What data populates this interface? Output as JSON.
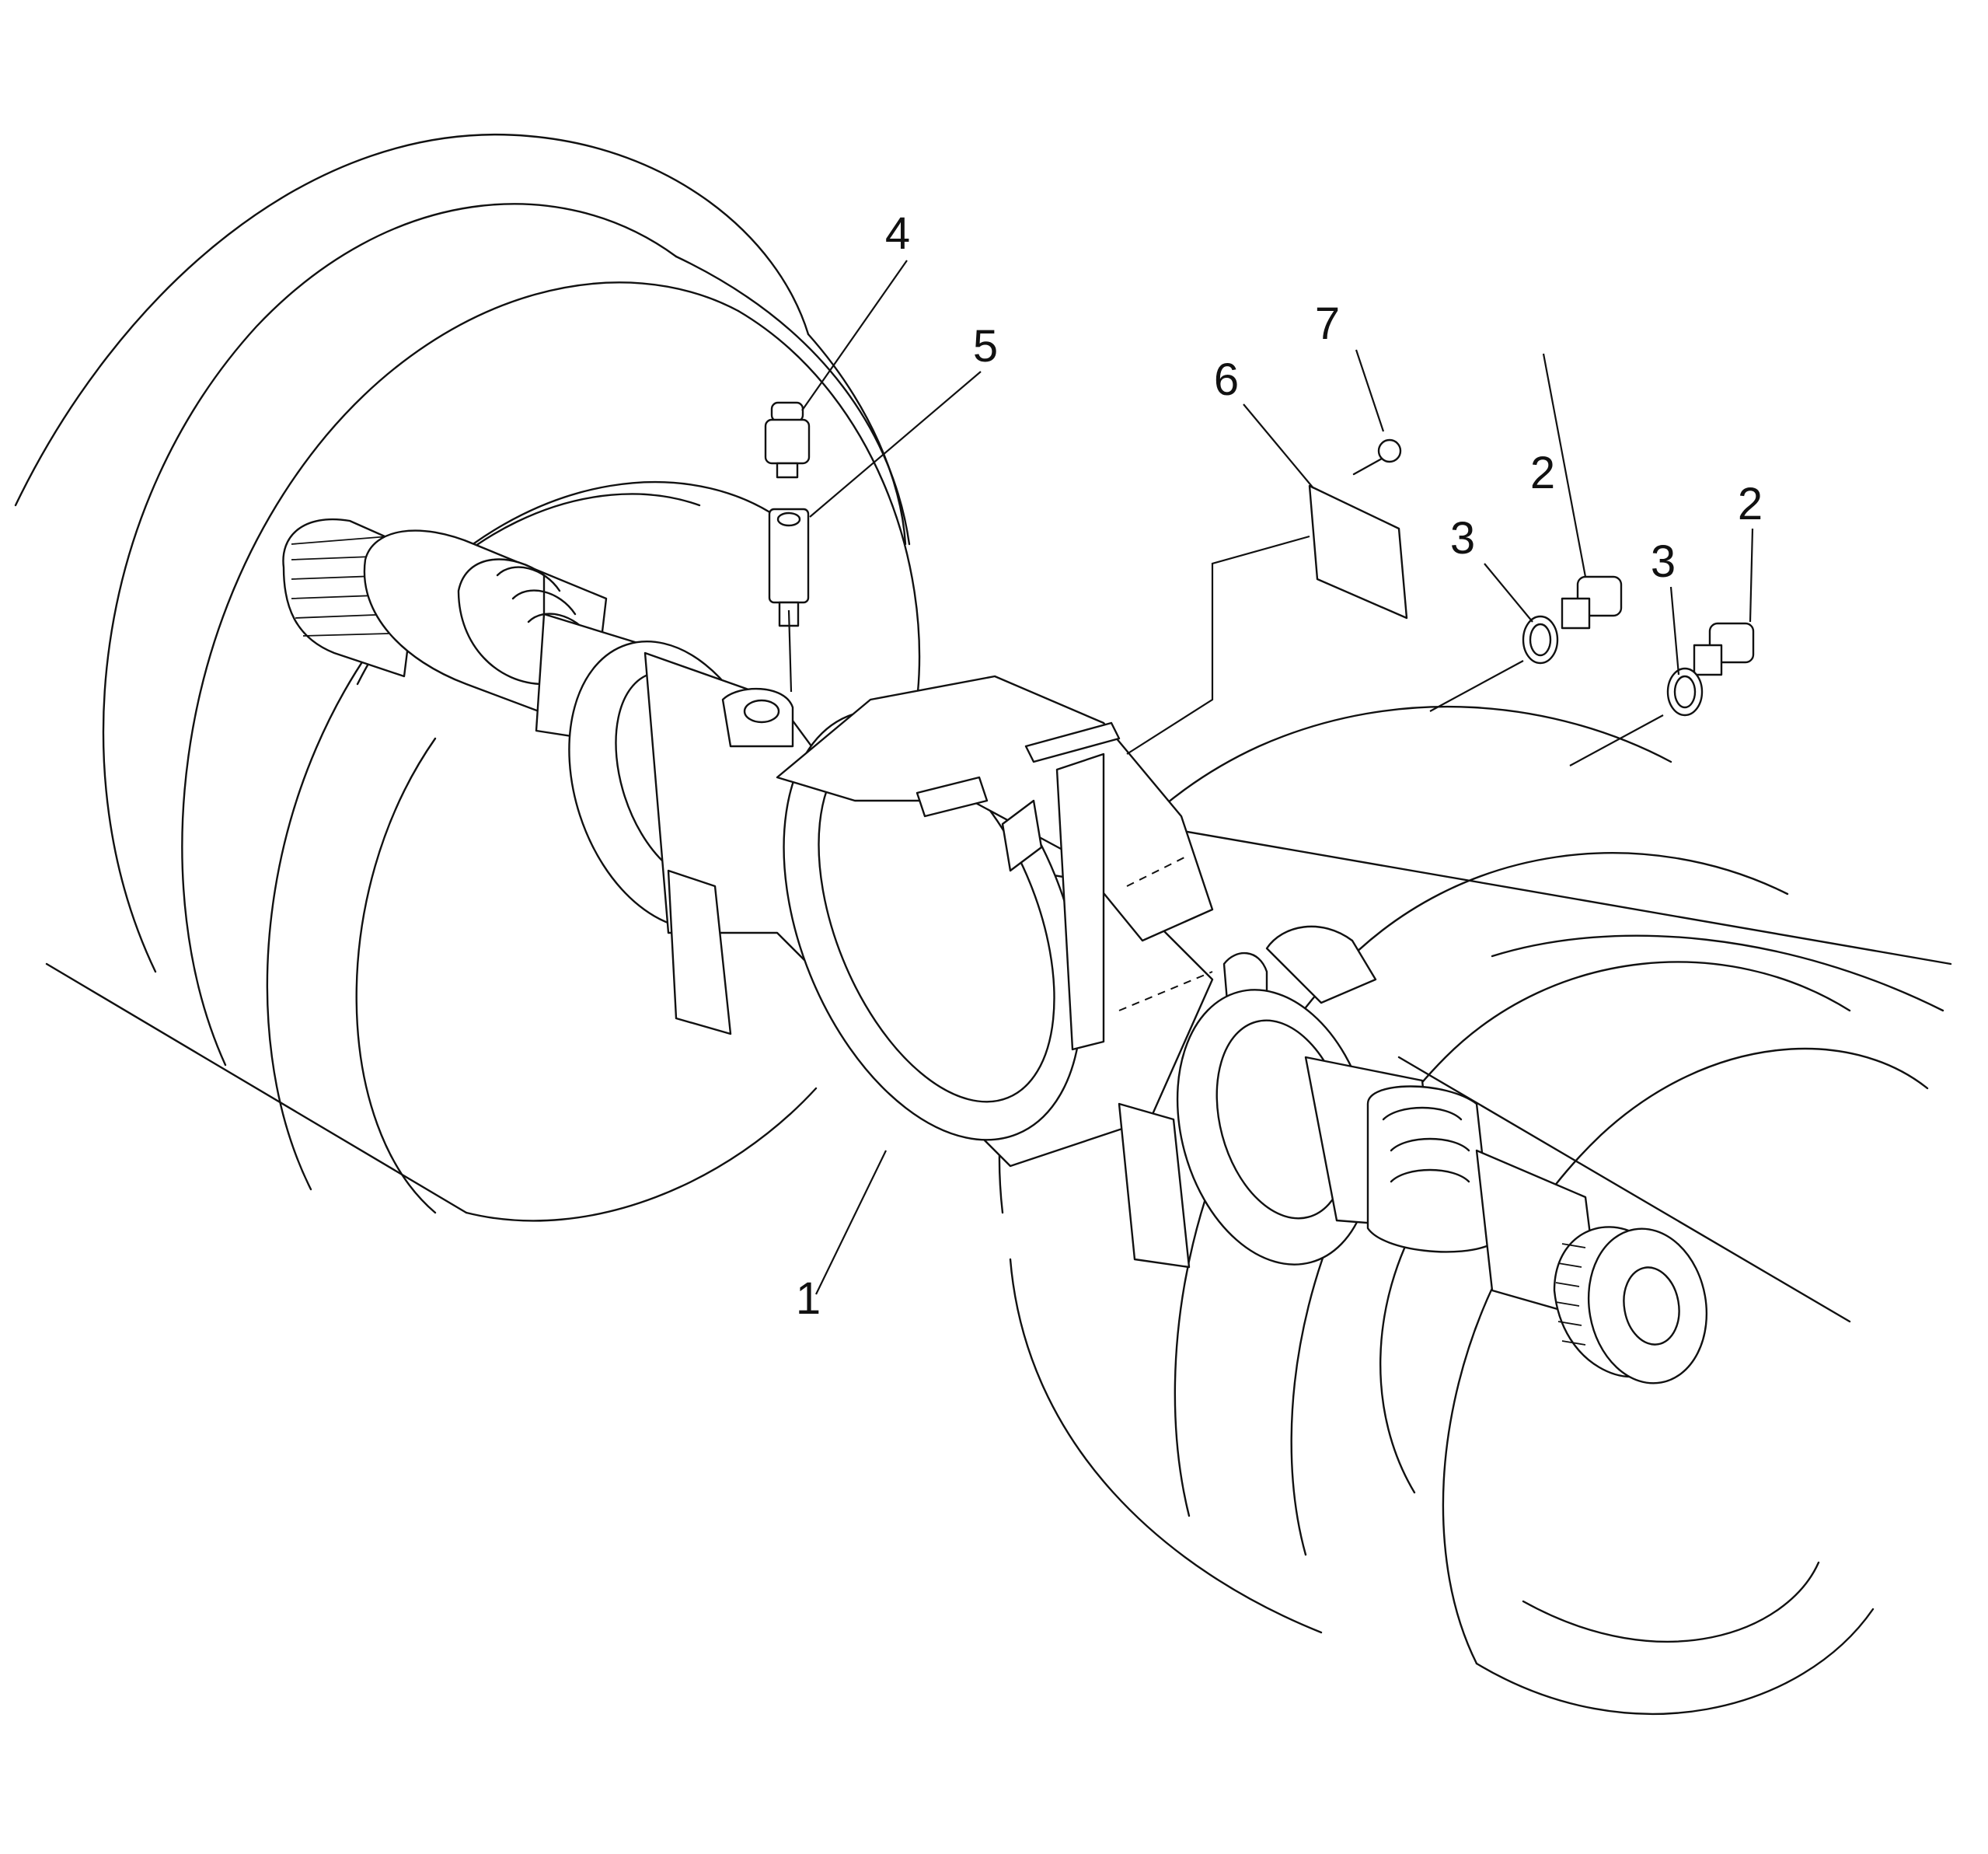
{
  "callouts": [
    {
      "id": "1",
      "label": "1"
    },
    {
      "id": "2a",
      "label": "2"
    },
    {
      "id": "2b",
      "label": "2"
    },
    {
      "id": "3a",
      "label": "3"
    },
    {
      "id": "3b",
      "label": "3"
    },
    {
      "id": "4",
      "label": "4"
    },
    {
      "id": "5",
      "label": "5"
    },
    {
      "id": "6",
      "label": "6"
    },
    {
      "id": "7",
      "label": "7"
    }
  ]
}
